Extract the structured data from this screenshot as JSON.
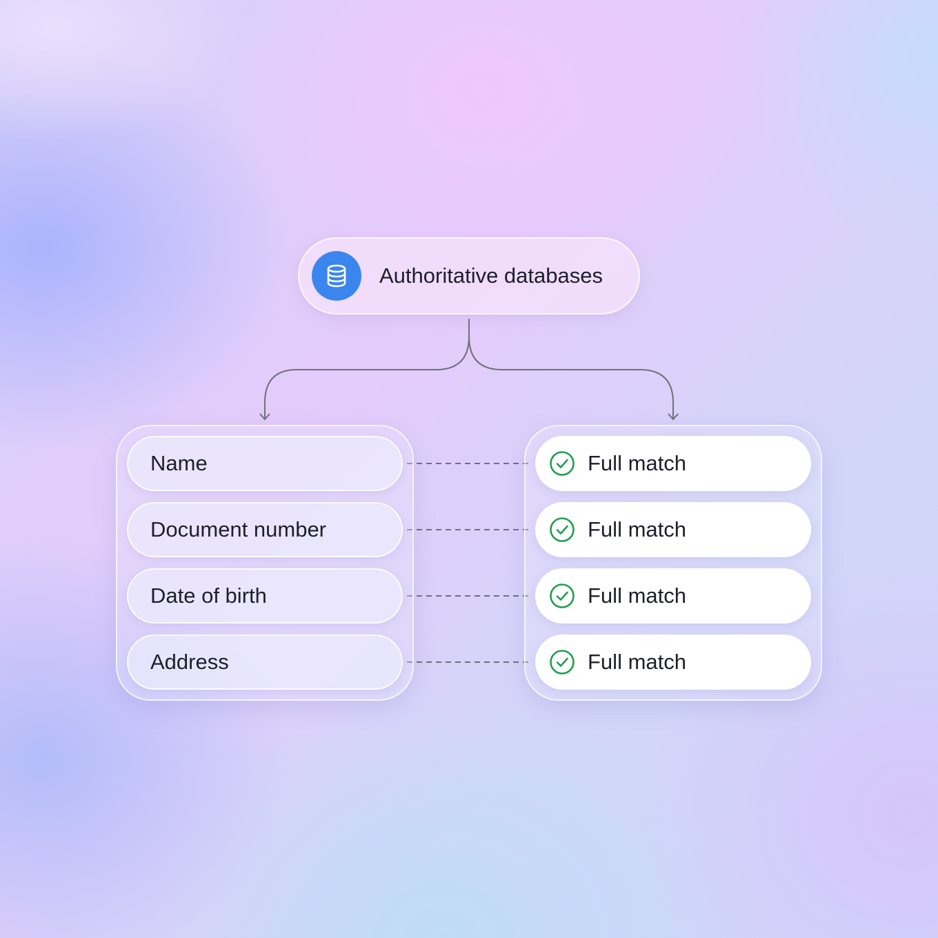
{
  "source": {
    "label": "Authoritative databases",
    "icon": "database-icon",
    "icon_bg": "#3b86ee"
  },
  "fields": [
    {
      "label": "Name"
    },
    {
      "label": "Document number"
    },
    {
      "label": "Date of birth"
    },
    {
      "label": "Address"
    }
  ],
  "results": [
    {
      "label": "Full match",
      "icon": "check-circle-icon"
    },
    {
      "label": "Full match",
      "icon": "check-circle-icon"
    },
    {
      "label": "Full match",
      "icon": "check-circle-icon"
    },
    {
      "label": "Full match",
      "icon": "check-circle-icon"
    }
  ],
  "colors": {
    "check": "#1f9d4c",
    "connector": "#6f6f7a"
  }
}
